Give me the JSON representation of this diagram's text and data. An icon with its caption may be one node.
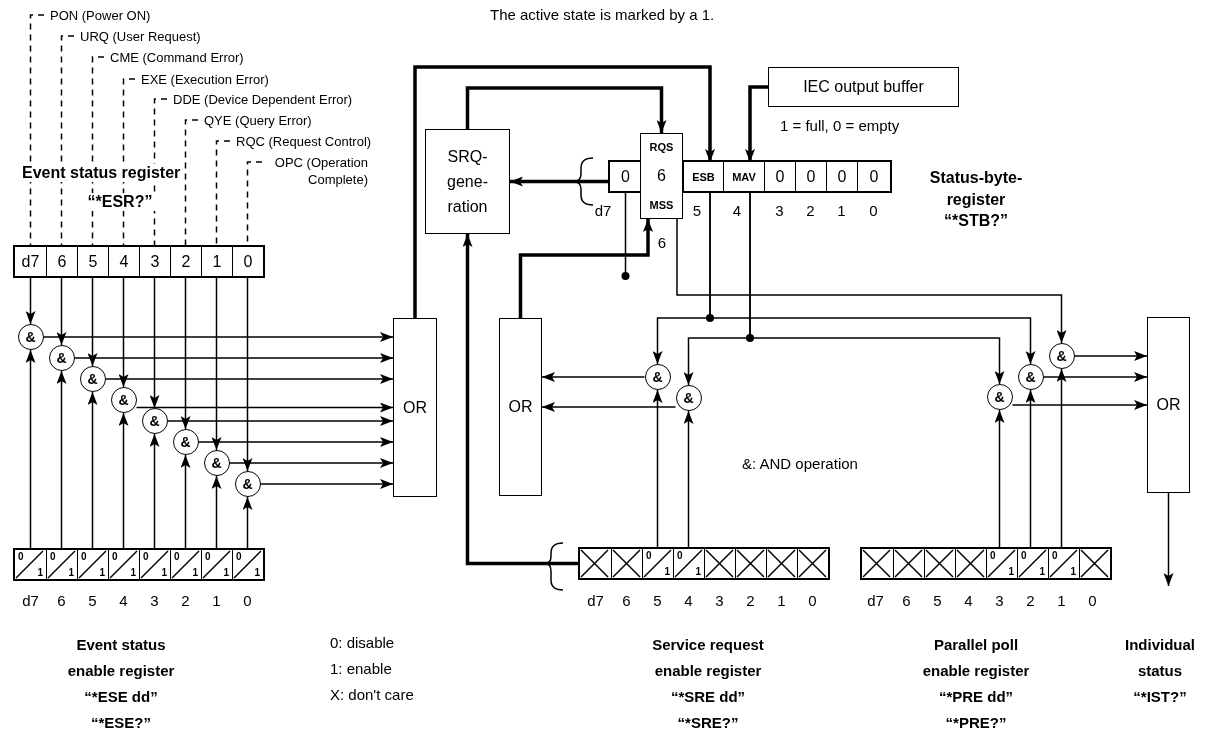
{
  "diagram": {
    "nodes": [
      {
        "text": [
          "PON (Power ON)"
        ]
      },
      {
        "text": [
          "URQ (User Request)"
        ]
      },
      {
        "text": [
          "CME (Command Error)"
        ]
      },
      {
        "text": [
          "EXE (Execution Error)"
        ]
      },
      {
        "text": [
          "DDE (Device Dependent Error)"
        ]
      },
      {
        "text": [
          "QYE (Query Error)"
        ]
      },
      {
        "text": [
          "RQC (Request Control)"
        ]
      },
      {
        "text": [
          "OPC (Operation Complete)"
        ]
      },
      {
        "text": [],
        "shape": "box"
      },
      {
        "text": [
          "d7"
        ],
        "in": 8
      },
      {
        "text": [
          "6"
        ],
        "in": 8
      },
      {
        "text": [
          "5"
        ],
        "in": 8
      },
      {
        "text": [
          "4"
        ],
        "in": 8
      },
      {
        "text": [
          "3"
        ],
        "in": 8
      },
      {
        "text": [
          "2"
        ],
        "in": 8
      },
      {
        "text": [
          "1"
        ],
        "in": 8
      },
      {
        "text": [
          "0"
        ],
        "in": 8
      },
      {
        "text": [
          "&"
        ]
      },
      {
        "text": [
          "&"
        ]
      },
      {
        "text": [
          "&"
        ]
      },
      {
        "text": [
          "&"
        ]
      },
      {
        "text": [
          "&"
        ]
      },
      {
        "text": [
          "&"
        ]
      },
      {
        "text": [
          "&"
        ]
      },
      {
        "text": [
          "&"
        ]
      },
      {
        "text": [
          "OR"
        ]
      },
      {
        "text": [],
        "shape": "box"
      },
      {
        "text": [
          "0",
          "1"
        ],
        "in": 26
      },
      {
        "text": [
          "0",
          "1"
        ],
        "in": 26
      },
      {
        "text": [
          "0",
          "1"
        ],
        "in": 26
      },
      {
        "text": [
          "0",
          "1"
        ],
        "in": 26
      },
      {
        "text": [
          "0",
          "1"
        ],
        "in": 26
      },
      {
        "text": [
          "0",
          "1"
        ],
        "in": 26
      },
      {
        "text": [
          "0",
          "1"
        ],
        "in": 26
      },
      {
        "text": [
          "0",
          "1"
        ],
        "in": 26
      },
      {
        "text": [
          "SRQ- gene- ration"
        ]
      },
      {
        "text": [],
        "shape": "box"
      },
      {
        "text": [
          "0"
        ],
        "in": 36
      },
      {
        "text": [
          "RQS",
          "6",
          "MSS"
        ]
      },
      {
        "text": [
          "ESB"
        ],
        "in": 36
      },
      {
        "text": [
          "MAV"
        ],
        "in": 36
      },
      {
        "text": [
          "0"
        ],
        "in": 36
      },
      {
        "text": [
          "0"
        ],
        "in": 36
      },
      {
        "text": [
          "0"
        ],
        "in": 36
      },
      {
        "text": [
          "0"
        ],
        "in": 36
      },
      {
        "text": [
          "IEC output buffer"
        ]
      },
      {
        "text": [
          "OR"
        ]
      },
      {
        "text": [
          "&"
        ]
      },
      {
        "text": [
          "&"
        ]
      },
      {
        "text": [],
        "shape": "box"
      },
      {
        "text": [],
        "shape": "box",
        "in": 49
      },
      {
        "text": [],
        "shape": "box",
        "in": 49
      },
      {
        "text": [
          "0",
          "1"
        ],
        "in": 49
      },
      {
        "text": [
          "0",
          "1"
        ],
        "in": 49
      },
      {
        "text": [],
        "shape": "box",
        "in": 49
      },
      {
        "text": [],
        "shape": "box",
        "in": 49
      },
      {
        "text": [],
        "shape": "box",
        "in": 49
      },
      {
        "text": [],
        "shape": "box",
        "in": 49
      },
      {
        "text": [],
        "shape": "box"
      },
      {
        "text": [],
        "shape": "box",
        "in": 58
      },
      {
        "text": [],
        "shape": "box",
        "in": 58
      },
      {
        "text": [],
        "shape": "box",
        "in": 58
      },
      {
        "text": [],
        "shape": "box",
        "in": 58
      },
      {
        "text": [
          "0",
          "1"
        ],
        "in": 58
      },
      {
        "text": [
          "0",
          "1"
        ],
        "in": 58
      },
      {
        "text": [
          "0",
          "1"
        ],
        "in": 58
      },
      {
        "text": [],
        "shape": "box",
        "in": 58
      },
      {
        "text": [
          "&"
        ]
      },
      {
        "text": [
          "&"
        ]
      },
      {
        "text": [
          "&"
        ]
      },
      {
        "text": [
          "OR"
        ]
      }
    ],
    "edges": [
      {
        "from": 0,
        "to": 9,
        "arrow": "none",
        "style": "dashed"
      },
      {
        "from": 1,
        "to": 10,
        "arrow": "none",
        "style": "dashed"
      },
      {
        "from": 2,
        "to": 11,
        "arrow": "none",
        "style": "dashed"
      },
      {
        "from": 3,
        "to": 12,
        "arrow": "none",
        "style": "dashed"
      },
      {
        "from": 4,
        "to": 13,
        "arrow": "none",
        "style": "dashed"
      },
      {
        "from": 5,
        "to": 14,
        "arrow": "none",
        "style": "dashed"
      },
      {
        "from": 6,
        "to": 15,
        "arrow": "none",
        "style": "dashed"
      },
      {
        "from": 7,
        "to": 16,
        "arrow": "none",
        "style": "dashed"
      },
      {
        "from": 9,
        "to": 17,
        "arrow": "to"
      },
      {
        "from": 10,
        "to": 18,
        "arrow": "to"
      },
      {
        "from": 11,
        "to": 19,
        "arrow": "to"
      },
      {
        "from": 12,
        "to": 20,
        "arrow": "to"
      },
      {
        "from": 13,
        "to": 21,
        "arrow": "to"
      },
      {
        "from": 14,
        "to": 22,
        "arrow": "to"
      },
      {
        "from": 15,
        "to": 23,
        "arrow": "to"
      },
      {
        "from": 16,
        "to": 24,
        "arrow": "to"
      },
      {
        "from": 27,
        "to": 17,
        "arrow": "to"
      },
      {
        "from": 28,
        "to": 18,
        "arrow": "to"
      },
      {
        "from": 29,
        "to": 19,
        "arrow": "to"
      },
      {
        "from": 30,
        "to": 20,
        "arrow": "to"
      },
      {
        "from": 31,
        "to": 21,
        "arrow": "to"
      },
      {
        "from": 32,
        "to": 22,
        "arrow": "to"
      },
      {
        "from": 33,
        "to": 23,
        "arrow": "to"
      },
      {
        "from": 34,
        "to": 24,
        "arrow": "to"
      },
      {
        "from": 17,
        "to": 25,
        "arrow": "to"
      },
      {
        "from": 18,
        "to": 25,
        "arrow": "to"
      },
      {
        "from": 19,
        "to": 25,
        "arrow": "to"
      },
      {
        "from": 20,
        "to": 25,
        "arrow": "to"
      },
      {
        "from": 21,
        "to": 25,
        "arrow": "to"
      },
      {
        "from": 22,
        "to": 25,
        "arrow": "to"
      },
      {
        "from": 23,
        "to": 25,
        "arrow": "to"
      },
      {
        "from": 24,
        "to": 25,
        "arrow": "to"
      },
      {
        "from": 25,
        "to": 39,
        "arrow": "to",
        "style": "thick"
      },
      {
        "from": 35,
        "to": 38,
        "arrow": "to",
        "style": "thick"
      },
      {
        "from": 45,
        "to": 40,
        "arrow": "to",
        "style": "thick"
      },
      {
        "from": 36,
        "to": 35,
        "arrow": "to",
        "style": "thick"
      },
      {
        "from": 49,
        "to": 35,
        "arrow": "to",
        "style": "thick"
      },
      {
        "from": 46,
        "to": 38,
        "arrow": "to",
        "style": "thick"
      },
      {
        "from": 39,
        "to": 47,
        "arrow": "to"
      },
      {
        "from": 39,
        "to": 68,
        "arrow": "to"
      },
      {
        "from": 40,
        "to": 48,
        "arrow": "to"
      },
      {
        "from": 40,
        "to": 67,
        "arrow": "to"
      },
      {
        "from": 38,
        "to": 69,
        "arrow": "to"
      },
      {
        "from": 47,
        "to": 46,
        "arrow": "to"
      },
      {
        "from": 48,
        "to": 46,
        "arrow": "to"
      },
      {
        "from": 52,
        "to": 47,
        "arrow": "to"
      },
      {
        "from": 53,
        "to": 48,
        "arrow": "to"
      },
      {
        "from": 63,
        "to": 67,
        "arrow": "to"
      },
      {
        "from": 64,
        "to": 68,
        "arrow": "to"
      },
      {
        "from": 65,
        "to": 69,
        "arrow": "to"
      },
      {
        "from": 67,
        "to": 70,
        "arrow": "to"
      },
      {
        "from": 68,
        "to": 70,
        "arrow": "to"
      },
      {
        "from": 69,
        "to": 70,
        "arrow": "to"
      },
      {
        "from": 70,
        "to": null,
        "arrow": "to"
      }
    ],
    "labels": [
      "The active state is marked by a 1.",
      "Event status register",
      "“*ESR?”",
      "1 = full, 0 = empty",
      "Status-byte- register",
      "“*STB?”",
      "d7",
      "5",
      "4",
      "3",
      "2",
      "1",
      "0",
      "6",
      "d7",
      "6",
      "5",
      "4",
      "3",
      "2",
      "1",
      "0",
      "&: AND operation",
      "d7",
      "6",
      "5",
      "4",
      "3",
      "2",
      "1",
      "0",
      "d7",
      "6",
      "5",
      "4",
      "3",
      "2",
      "1",
      "0",
      "Event status enable register",
      "“*ESE dd”",
      "“*ESE?”",
      "0: disable",
      "1: enable",
      "X: don't care",
      "Service request enable register",
      "“*SRE dd”",
      "“*SRE?”",
      "Parallel poll enable register",
      "“*PRE dd”",
      "“*PRE?”",
      "Individual status",
      "“*IST?”"
    ]
  }
}
